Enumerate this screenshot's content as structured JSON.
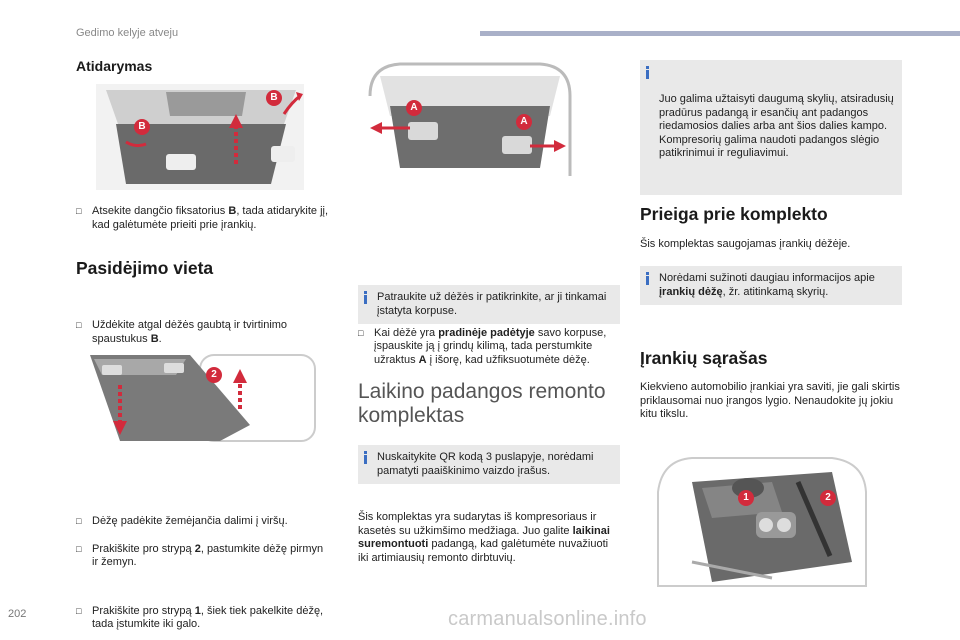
{
  "header": {
    "title": "Gedimo kelyje atveju"
  },
  "page_number": "202",
  "watermark": "carmanualsonline.info",
  "col1": {
    "h_opening": "Atidarymas",
    "opening_label_b": "B",
    "opening_step": [
      "Atsekite dangčio fiksatorius ",
      "B",
      ", tada atidarykite jį, kad galėtumėte prieiti prie įrankių."
    ],
    "h_install": "Pasidėjimo vieta",
    "install_step": [
      "Uždėkite atgal dėžės gaubtą ir tvirtinimo spaustukus ",
      "B",
      "."
    ],
    "install_label_2": "2",
    "steps": [
      "Dėžę padėkite žemėjančia dalimi į viršų.",
      [
        "Prakiškite pro strypą ",
        "2",
        ", pastumkite dėžę pirmyn ir žemyn."
      ],
      [
        "Prakiškite pro strypą ",
        "1",
        ", šiek tiek pakelkite dėžę, tada įstumkite iki galo."
      ]
    ]
  },
  "col2": {
    "label_a": "A",
    "step": [
      "Kai dėžė yra ",
      "pradinėje padėtyje",
      " savo korpuse, įspauskite ją į grindų kilimą, tada perstumkite užraktus ",
      "A",
      " į išorę, kad užfiksuotumėte dėžę."
    ],
    "note1": "Patraukite už dėžės ir patikrinkite, ar ji tinkamai įstatyta korpuse.",
    "h_repair": "Laikino padangos remonto komplektas",
    "note2": "Nuskaitykite QR kodą 3 puslapyje, norėdami pamatyti paaiškinimo vaizdo įrašus.",
    "para": [
      "Šis komplektas yra sudarytas iš kompresoriaus ir kasetės su užkimšimo medžiaga. Juo galite ",
      "laikinai suremontuoti",
      " padangą, kad galėtumėte nuvažiuoti iki artimiausių remonto dirbtuvių."
    ]
  },
  "col3": {
    "note_top": "Juo galima užtaisyti daugumą skylių, atsiradusių pradūrus padangą ir esančių ant padangos riedamosios dalies arba ant šios dalies kampo.\nKompresorių galima naudoti padangos slėgio patikrinimui ir reguliavimui.",
    "h_access": "Prieiga prie komplekto",
    "access_text": "Šis komplektas saugojamas įrankių dėžėje.",
    "note_more": [
      "Norėdami sužinoti daugiau informacijos apie ",
      "įrankių dėžę",
      ", žr. atitinkamą skyrių."
    ],
    "h_list": "Įrankių sąrašas",
    "list_text": "Kiekvieno automobilio įrankiai yra saviti, jie gali skirtis priklausomai nuo įrangos lygio. Nenaudokite jų jokiu kitu tikslu.",
    "badge1": "1",
    "badge2": "2"
  },
  "colors": {
    "accent_red": "#d22b3c",
    "info_blue": "#3b6ec2",
    "note_bg": "#e9e9e9",
    "header_bar": "#a9b0c8"
  }
}
